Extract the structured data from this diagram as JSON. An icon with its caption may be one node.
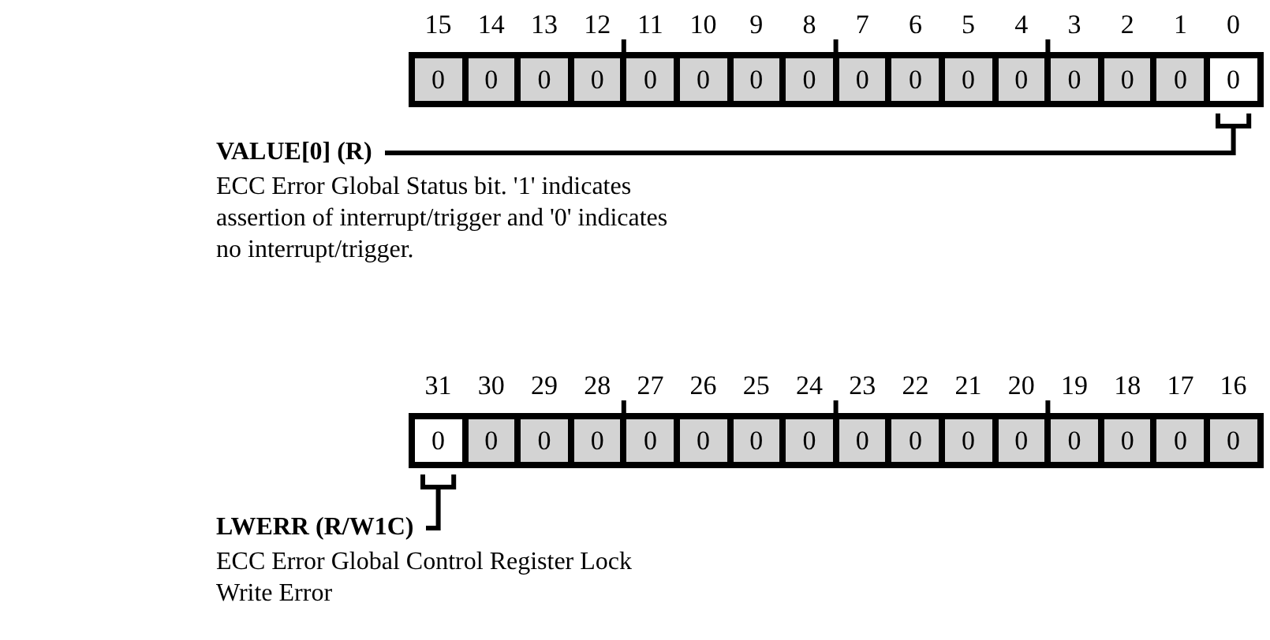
{
  "diagram": {
    "nodes": [
      {
        "text": [
          "0"
        ],
        "beside": [
          "15"
        ]
      },
      {
        "text": [
          "0"
        ],
        "beside": [
          "14"
        ]
      },
      {
        "text": [
          "0"
        ],
        "beside": [
          "13"
        ]
      },
      {
        "text": [
          "0"
        ],
        "beside": [
          "12"
        ]
      },
      {
        "text": [
          "0"
        ],
        "beside": [
          "11"
        ]
      },
      {
        "text": [
          "0"
        ],
        "beside": [
          "10"
        ]
      },
      {
        "text": [
          "0"
        ],
        "beside": [
          "9"
        ]
      },
      {
        "text": [
          "0"
        ],
        "beside": [
          "8"
        ]
      },
      {
        "text": [
          "0"
        ],
        "beside": [
          "7"
        ]
      },
      {
        "text": [
          "0"
        ],
        "beside": [
          "6"
        ]
      },
      {
        "text": [
          "0"
        ],
        "beside": [
          "5"
        ]
      },
      {
        "text": [
          "0"
        ],
        "beside": [
          "4"
        ]
      },
      {
        "text": [
          "0"
        ],
        "beside": [
          "3"
        ]
      },
      {
        "text": [
          "0"
        ],
        "beside": [
          "2"
        ]
      },
      {
        "text": [
          "0"
        ],
        "beside": [
          "1"
        ]
      },
      {
        "text": [
          "0"
        ],
        "beside": [
          "0"
        ]
      },
      {
        "text": [
          "VALUE[0] (R)",
          "ECC Error Global Status bit. '1' indicates assertion of interrupt/trigger and '0' indicates no interrupt/trigger."
        ]
      },
      {
        "text": [
          "0"
        ],
        "beside": [
          "31"
        ]
      },
      {
        "text": [
          "0"
        ],
        "beside": [
          "30"
        ]
      },
      {
        "text": [
          "0"
        ],
        "beside": [
          "29"
        ]
      },
      {
        "text": [
          "0"
        ],
        "beside": [
          "28"
        ]
      },
      {
        "text": [
          "0"
        ],
        "beside": [
          "27"
        ]
      },
      {
        "text": [
          "0"
        ],
        "beside": [
          "26"
        ]
      },
      {
        "text": [
          "0"
        ],
        "beside": [
          "25"
        ]
      },
      {
        "text": [
          "0"
        ],
        "beside": [
          "24"
        ]
      },
      {
        "text": [
          "0"
        ],
        "beside": [
          "23"
        ]
      },
      {
        "text": [
          "0"
        ],
        "beside": [
          "22"
        ]
      },
      {
        "text": [
          "0"
        ],
        "beside": [
          "21"
        ]
      },
      {
        "text": [
          "0"
        ],
        "beside": [
          "20"
        ]
      },
      {
        "text": [
          "0"
        ],
        "beside": [
          "19"
        ]
      },
      {
        "text": [
          "0"
        ],
        "beside": [
          "18"
        ]
      },
      {
        "text": [
          "0"
        ],
        "beside": [
          "17"
        ]
      },
      {
        "text": [
          "0"
        ],
        "beside": [
          "16"
        ]
      },
      {
        "text": [
          "LWERR (R/W1C)",
          "ECC Error Global Control Register Lock Write Error"
        ]
      }
    ],
    "edges": [
      {
        "from": 16,
        "to": 15,
        "arrow": "none"
      },
      {
        "from": 33,
        "to": 17,
        "arrow": "none"
      }
    ]
  }
}
